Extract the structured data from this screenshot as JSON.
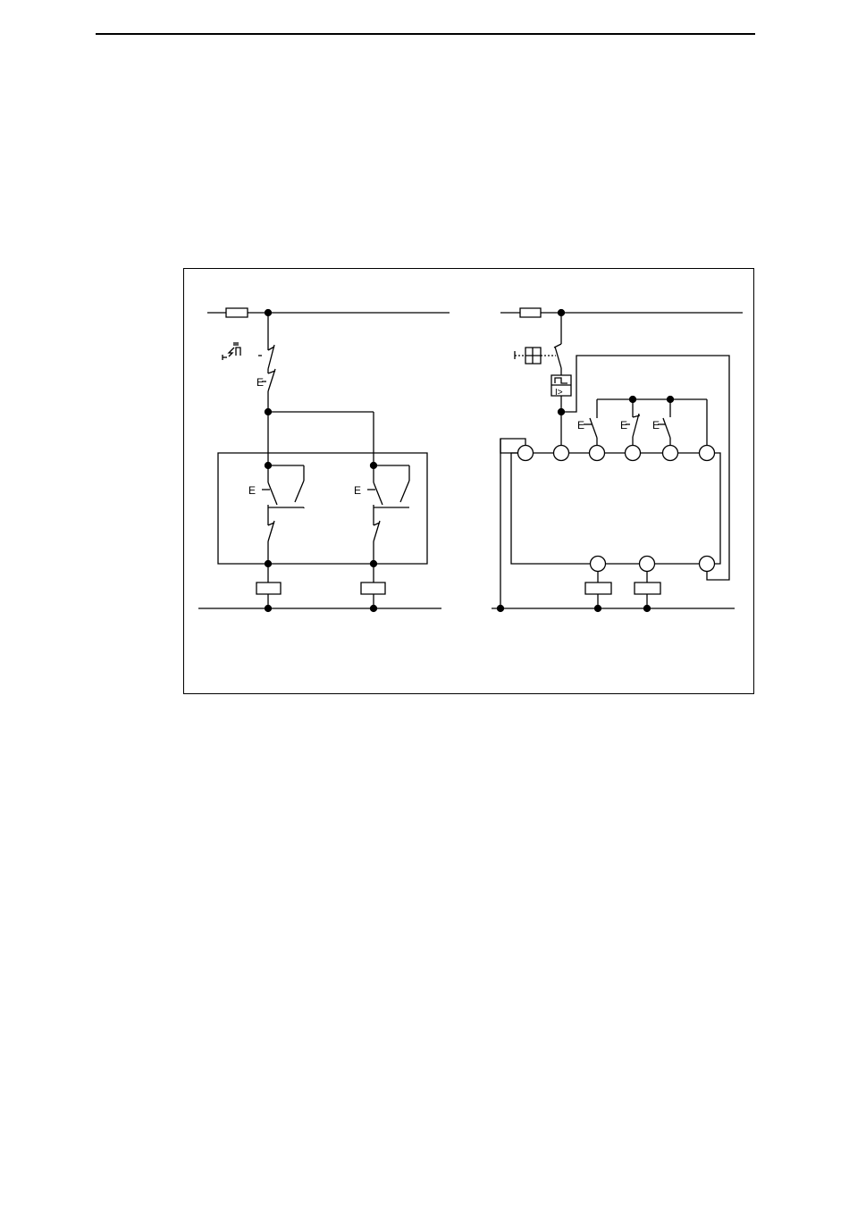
{
  "figure": {
    "left_circuit": {
      "contact_labels": [
        "E",
        "E",
        "E"
      ]
    },
    "right_circuit": {
      "contact_labels": [
        "E",
        "E",
        "E"
      ],
      "overcurrent_symbol": "I>"
    }
  },
  "colors": {
    "line": "#000000",
    "background": "#ffffff"
  }
}
